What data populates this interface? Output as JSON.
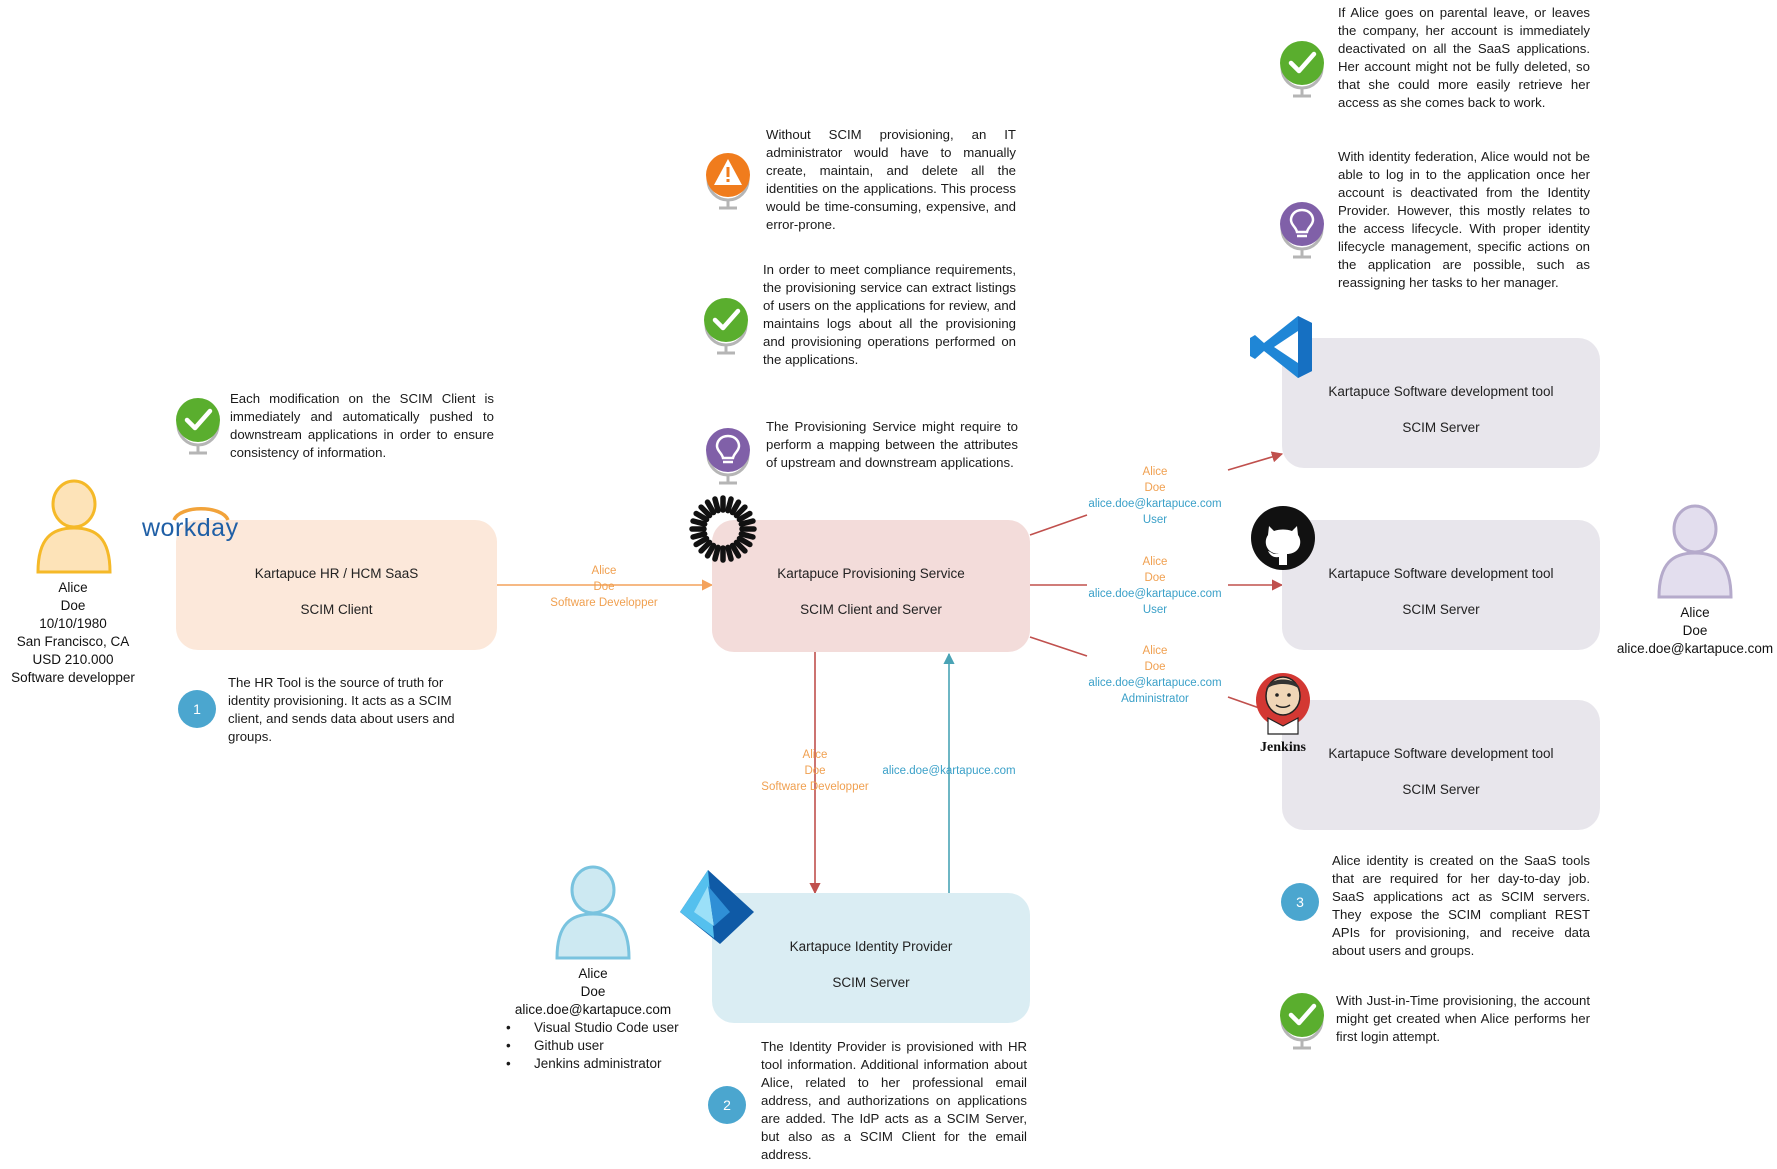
{
  "people": {
    "hr_person": {
      "lines": [
        "Alice",
        "Doe",
        "10/10/1980",
        "San Francisco, CA",
        "USD 210.000",
        "Software developper"
      ]
    },
    "idp_person": {
      "lines": [
        "Alice",
        "Doe",
        "alice.doe@kartapuce.com"
      ],
      "items": [
        "Visual Studio Code user",
        "Github user",
        "Jenkins administrator"
      ]
    },
    "saas_person": {
      "lines": [
        "Alice",
        "Doe",
        "alice.doe@kartapuce.com"
      ]
    }
  },
  "nodes": {
    "hr": {
      "name": "Kartapuce HR / HCM SaaS",
      "role": "SCIM Client",
      "logo": "workday"
    },
    "provisioning": {
      "name": "Kartapuce Provisioning Service",
      "role": "SCIM Client and Server"
    },
    "idp": {
      "name": "Kartapuce Identity Provider",
      "role": "SCIM Server"
    },
    "vscode": {
      "name": "Kartapuce Software development tool",
      "role": "SCIM Server"
    },
    "github": {
      "name": "Kartapuce Software development tool",
      "role": "SCIM Server"
    },
    "jenkins": {
      "name": "Kartapuce Software development tool",
      "role": "SCIM Server",
      "logo": "Jenkins"
    }
  },
  "edges": {
    "hr_to_prov": [
      "Alice",
      "Doe",
      "Software Developper"
    ],
    "prov_to_idp": [
      "Alice",
      "Doe",
      "Software Developper"
    ],
    "idp_to_prov": "alice.doe@kartapuce.com",
    "to_vscode": {
      "orange": [
        "Alice",
        "Doe"
      ],
      "blue": [
        "alice.doe@kartapuce.com",
        "User"
      ]
    },
    "to_github": {
      "orange": [
        "Alice",
        "Doe"
      ],
      "blue": [
        "alice.doe@kartapuce.com",
        "User"
      ]
    },
    "to_jenkins": {
      "orange": [
        "Alice",
        "Doe"
      ],
      "blue": [
        "alice.doe@kartapuce.com",
        "Administrator"
      ]
    }
  },
  "notes": {
    "hr_check": "Each modification on the SCIM Client is immediately and automatically pushed to downstream applications in order to ensure consistency of information.",
    "step1": "The HR Tool is the source of truth for identity provisioning. It acts as a SCIM client, and sends data about users and groups.",
    "warning": "Without SCIM provisioning, an IT administrator would have to manually create, maintain, and delete all the identities on the applications. This process would be time-consuming, expensive, and error-prone.",
    "compliance": "In order to meet compliance requirements, the provisioning service can extract listings of users on the applications for review, and maintains logs about all the provisioning and provisioning operations performed on the applications.",
    "mapping": "The Provisioning Service might require to perform a mapping between the attributes of upstream and downstream applications.",
    "step2": "The Identity Provider is provisioned with HR tool information. Additional information about Alice, related to her professional email address, and authorizations on applications are added. The IdP acts as a SCIM Server, but also as a SCIM Client for the email address.",
    "leave": "If Alice goes on parental leave, or leaves the company, her account is immediately deactivated on all the SaaS applications. Her account might not be fully deleted, so that she could more easily retrieve her access as she comes back to work.",
    "federation": "With identity federation, Alice would not be able to log in to the application once her account is deactivated from the Identity Provider. However, this mostly relates to the access lifecycle. With proper identity lifecycle management, specific actions on the application are possible, such as reassigning her tasks to her manager.",
    "step3": "Alice identity is created on the SaaS tools that are required for her day-to-day job. SaaS applications act as SCIM servers. They expose the SCIM compliant REST APIs for provisioning, and receive data about users and groups.",
    "jit": "With Just-in-Time provisioning, the account might get created when Alice performs her first login attempt."
  },
  "badges": {
    "step1": "1",
    "step2": "2",
    "step3": "3"
  },
  "colors": {
    "hr_fill": "#fce8da",
    "prov_fill": "#f3dcda",
    "idp_fill": "#daedf3",
    "saas_fill": "#e8e6ec",
    "arrow_orange": "#f4a25c",
    "arrow_red": "#c0504d",
    "arrow_teal": "#4aa3b5",
    "badge": "#4ba6cf",
    "check_green": "#5aae2e",
    "warning_orange": "#f07c1d",
    "bulb_purple": "#8060a8"
  }
}
